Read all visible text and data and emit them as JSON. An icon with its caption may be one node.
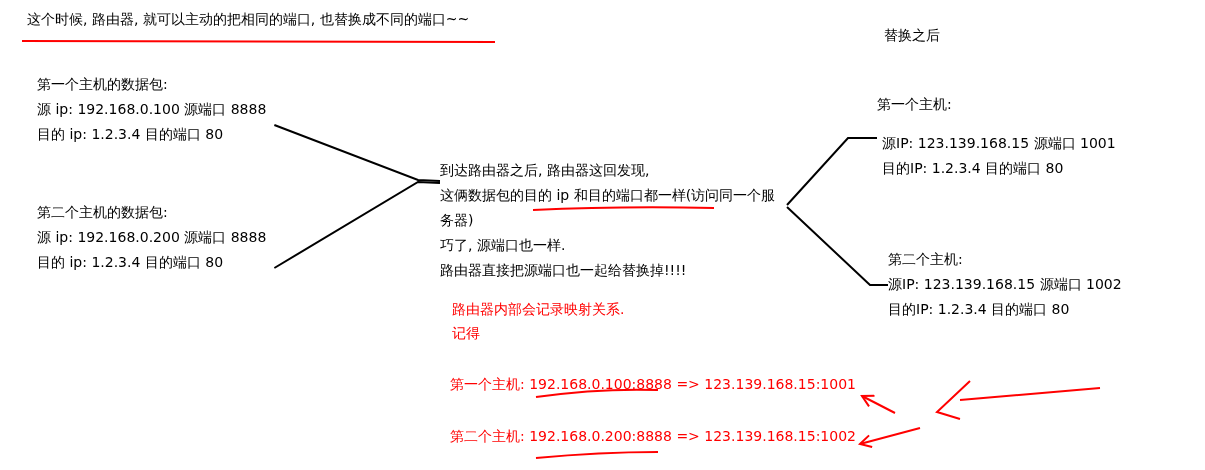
{
  "diagram": {
    "title": "这个时候, 路由器, 就可以主动的把相同的端口, 也替换成不同的端口~~",
    "nodes": [
      {
        "text": [
          "第一个主机的数据包:",
          "源 ip: 192.168.0.100 源端口 8888",
          "目的 ip: 1.2.3.4 目的端口 80"
        ]
      },
      {
        "text": [
          "第二个主机的数据包:",
          "源 ip: 192.168.0.200 源端口 8888",
          "目的 ip: 1.2.3.4 目的端口 80"
        ]
      },
      {
        "text": [
          "到达路由器之后, 路由器这回发现,",
          "这俩数据包的目的 ip 和目的端口都一样(访问同一个服务器)",
          "巧了, 源端口也一样.",
          "路由器直接把源端口也一起给替换掉!!!!"
        ]
      },
      {
        "text": [
          "第一个主机:",
          "源IP: 123.139.168.15 源端口 1001",
          "目的IP: 1.2.3.4 目的端口 80"
        ]
      },
      {
        "text": [
          "第二个主机:",
          "源IP: 123.139.168.15 源端口 1002",
          "目的IP: 1.2.3.4 目的端口 80"
        ]
      },
      {
        "text": [
          "第一个主机: 192.168.0.100:8888 => 123.139.168.15:1001"
        ]
      },
      {
        "text": [
          "第二个主机: 192.168.0.200:8888 => 123.139.168.15:1002"
        ]
      }
    ],
    "edges": [
      {
        "from": 0,
        "to": 2,
        "arrow": "none"
      },
      {
        "from": 1,
        "to": 2,
        "arrow": "none"
      },
      {
        "from": 2,
        "to": 3,
        "arrow": "none"
      },
      {
        "from": 2,
        "to": 4,
        "arrow": "none"
      },
      {
        "from": null,
        "to": 5,
        "arrow": "to",
        "color": "#ff0000"
      },
      {
        "from": null,
        "to": 6,
        "arrow": "to",
        "color": "#ff0000"
      }
    ],
    "labels": [
      "替换之后",
      "路由器内部会记录映射关系.",
      "记得"
    ]
  }
}
